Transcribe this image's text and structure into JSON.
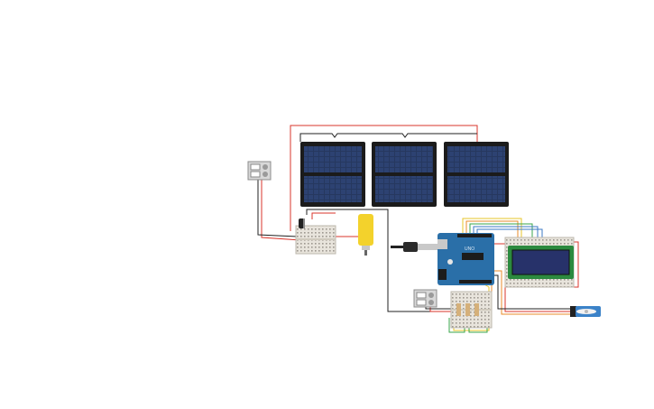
{
  "canvas": {
    "name": "circuit-workspace"
  },
  "components": {
    "solar_panels": [
      {
        "id": "solar-panel-1"
      },
      {
        "id": "solar-panel-2"
      },
      {
        "id": "solar-panel-3"
      }
    ],
    "power_supply_1": {
      "id": "power-supply-left"
    },
    "power_supply_2": {
      "id": "power-supply-bottom"
    },
    "breadboard_1": {
      "id": "breadboard-small-left"
    },
    "breadboard_2": {
      "id": "breadboard-small-bottom"
    },
    "breadboard_3": {
      "id": "breadboard-lcd"
    },
    "dc_motor": {
      "id": "dc-gear-motor"
    },
    "arduino": {
      "id": "arduino-uno"
    },
    "usb_cable": {
      "id": "usb-cable"
    },
    "lcd": {
      "id": "lcd-16x2"
    },
    "servo": {
      "id": "micro-servo"
    },
    "capacitor": {
      "id": "electrolytic-capacitor"
    }
  },
  "colors": {
    "panel_frame": "#1b1b1b",
    "panel_cell": "#26385f",
    "wire_red": "#d9342b",
    "wire_black": "#222222",
    "wire_yellow": "#e7c52a",
    "wire_green": "#3aa64b",
    "wire_blue": "#3b78c5",
    "wire_orange": "#e98b2a",
    "arduino_blue": "#2a6fa8",
    "lcd_screen": "#27326a",
    "lcd_pcb": "#2c8a3f",
    "motor_yellow": "#f3d22c",
    "breadboard": "#e8e4dc",
    "servo_blue": "#3b82c8"
  }
}
